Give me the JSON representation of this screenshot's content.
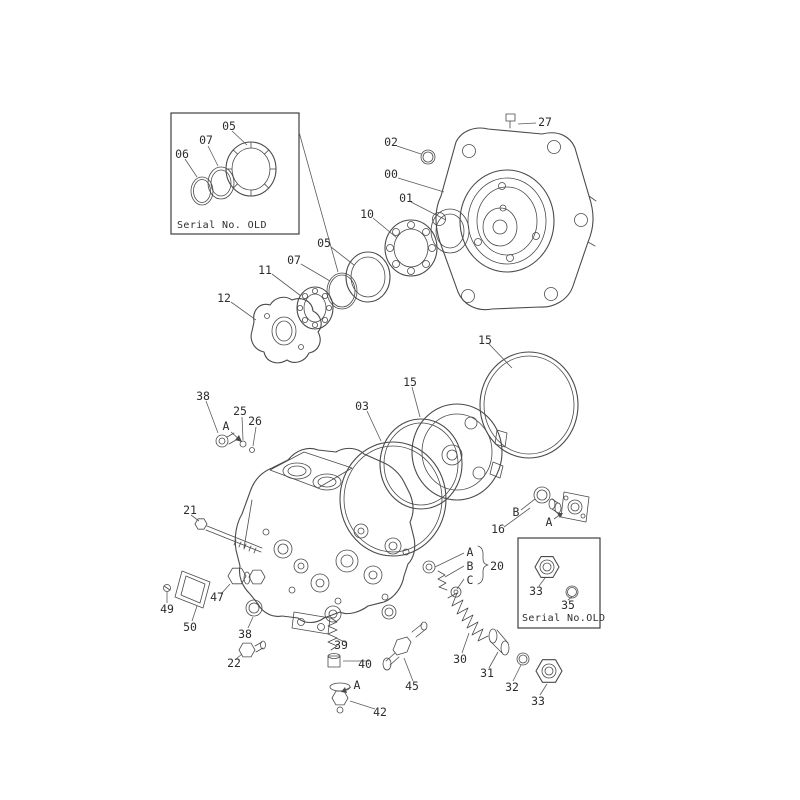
{
  "diagram": {
    "type": "exploded-parts-diagram",
    "subject": "hydraulic motor / pump assembly exploded view",
    "background": "#ffffff",
    "line_color": "#4a4a4a",
    "callouts": {
      "n00": "00",
      "n01": "01",
      "n02": "02",
      "n03": "03",
      "n05": "05",
      "n06": "06",
      "n07": "07",
      "n10": "10",
      "n11": "11",
      "n12": "12",
      "n15": "15",
      "n16": "16",
      "n20": "20",
      "n21": "21",
      "n22": "22",
      "n25": "25",
      "n26": "26",
      "n27": "27",
      "n30": "30",
      "n31": "31",
      "n32": "32",
      "n33": "33",
      "n35": "35",
      "n38": "38",
      "n39": "39",
      "n40": "40",
      "n42": "42",
      "n45": "45",
      "n47": "47",
      "n49": "49",
      "n50": "50",
      "a": "A",
      "b": "B",
      "c": "C"
    },
    "insets": {
      "top_left": "Serial No. OLD",
      "bottom_right": "Serial No.OLD"
    }
  }
}
